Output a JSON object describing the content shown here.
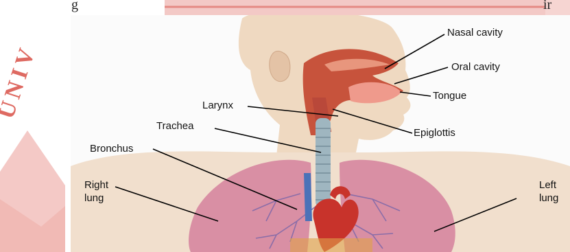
{
  "page": {
    "caption_fragment": "g",
    "caption_fragment_right": "ir"
  },
  "watermark": {
    "text": "UNIV",
    "color": "#d9352f"
  },
  "diagram": {
    "colors": {
      "skin": "#efd9c1",
      "mucosa": "#c7533c",
      "lung": "#d98fa4",
      "trachea": "#9fb6c0",
      "heart": "#c8332b",
      "vein": "#4b72b8",
      "label_line": "#000000"
    },
    "labels": {
      "nasal_cavity": "Nasal cavity",
      "oral_cavity": "Oral cavity",
      "tongue": "Tongue",
      "larynx": "Larynx",
      "epiglottis": "Epiglottis",
      "trachea": "Trachea",
      "bronchus": "Bronchus",
      "right_lung_1": "Right",
      "right_lung_2": "lung",
      "left_lung_1": "Left",
      "left_lung_2": "lung"
    }
  }
}
